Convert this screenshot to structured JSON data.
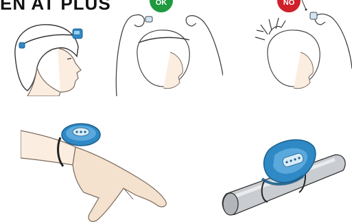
{
  "header": {
    "title_fragment": "EN AT PLUS"
  },
  "badges": {
    "ok_label": "OK",
    "no_label": "NO"
  },
  "colors": {
    "ok": "#1f9a3e",
    "no": "#d0202a",
    "device_blue": "#2f89c5",
    "device_dark": "#1d5f8c",
    "skin": "#f4e2cf",
    "skin_line": "#7a6a5e",
    "line": "#333333"
  },
  "icons": {
    "head_device": "head-band-device-icon",
    "wrist_device": "wrist-device-icon",
    "pipe_device": "pipe-mounted-device-icon"
  }
}
